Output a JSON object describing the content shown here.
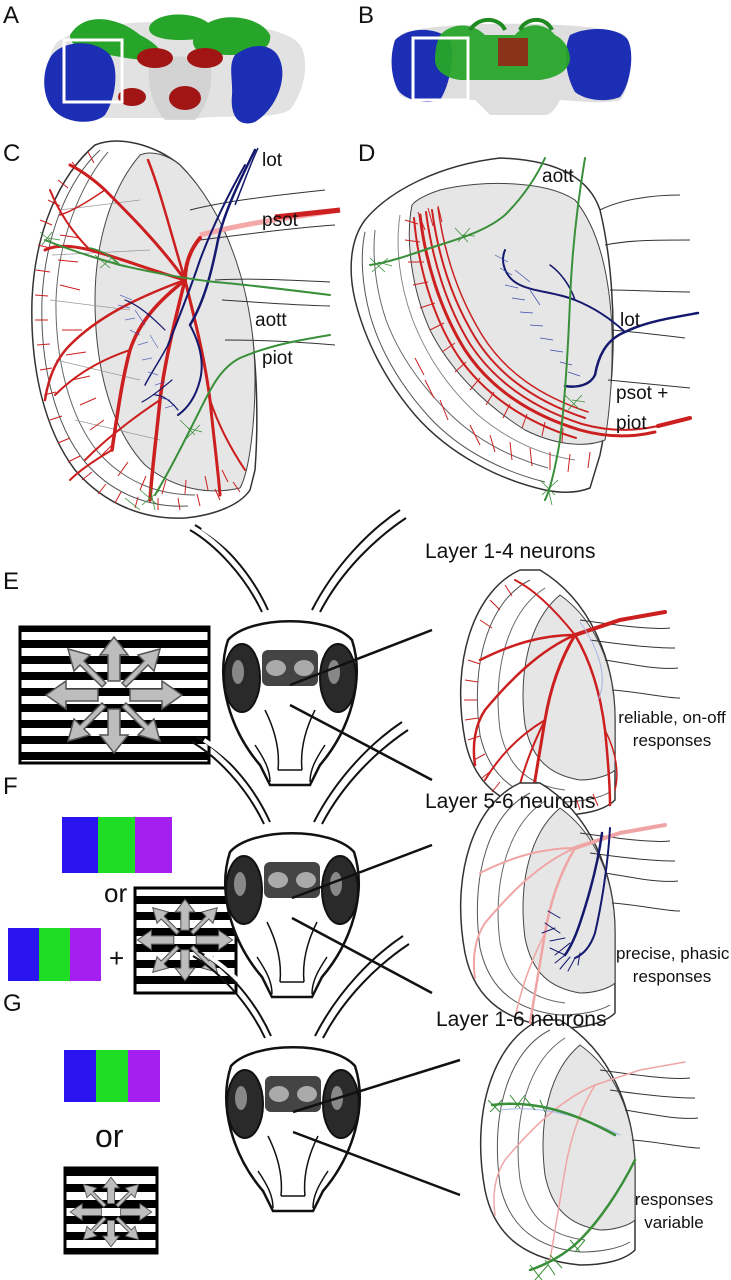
{
  "panels": {
    "A": "A",
    "B": "B",
    "C": "C",
    "D": "D",
    "E": "E",
    "F": "F",
    "G": "G"
  },
  "tracts_c": {
    "lot": "lot",
    "psot": "psot",
    "aott": "aott",
    "piot": "piot"
  },
  "tracts_d": {
    "aott": "aott",
    "lot": "lot",
    "psot_line1": "psot +",
    "psot_line2": "piot"
  },
  "rows": [
    {
      "title": "Layer 1-4 neurons",
      "response_line1": "reliable, on-off",
      "response_line2": "responses"
    },
    {
      "title": "Layer 5-6 neurons",
      "response_line1": "precise, phasic",
      "response_line2": "responses"
    },
    {
      "title": "Layer 1-6 neurons",
      "response_line1": "responses",
      "response_line2": "variable"
    }
  ],
  "connectors": {
    "or": "or",
    "plus": "+"
  },
  "colors": {
    "neuron_red": "#cc1f1f",
    "neuron_blue": "#14196e",
    "neuron_green": "#3a8f3a",
    "brain_blue": "#1c2fb4",
    "brain_green": "#27a52a",
    "brain_darkred": "#a11515",
    "swatch_blue": "#2a14f0",
    "swatch_green": "#1fdc24",
    "swatch_purple": "#a41ff0",
    "lobe_gray": "#e4e4e4"
  }
}
